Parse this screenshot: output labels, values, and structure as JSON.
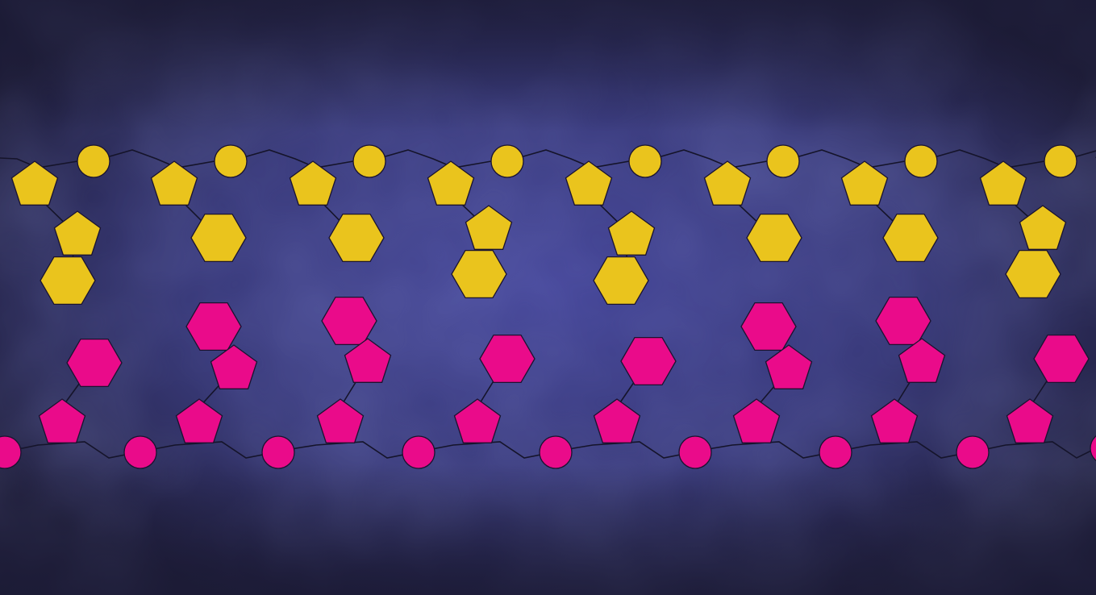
{
  "background": {
    "base_color": "#2b2a4e",
    "glow_color": "#46479a",
    "edge_color": "#1f1e3a"
  },
  "strands": [
    {
      "name": "top-strand",
      "color": "#eac41d",
      "repeat_units": 8,
      "backbone_shape": "circle",
      "branch_shapes": [
        "pentagon",
        "pentagon-or-hexagon",
        "hexagon"
      ]
    },
    {
      "name": "bottom-strand",
      "color": "#ea0b8a",
      "repeat_units": 8,
      "backbone_shape": "circle",
      "branch_shapes": [
        "pentagon",
        "pentagon-or-hexagon",
        "hexagon"
      ]
    }
  ],
  "bond_color": "#15142a"
}
